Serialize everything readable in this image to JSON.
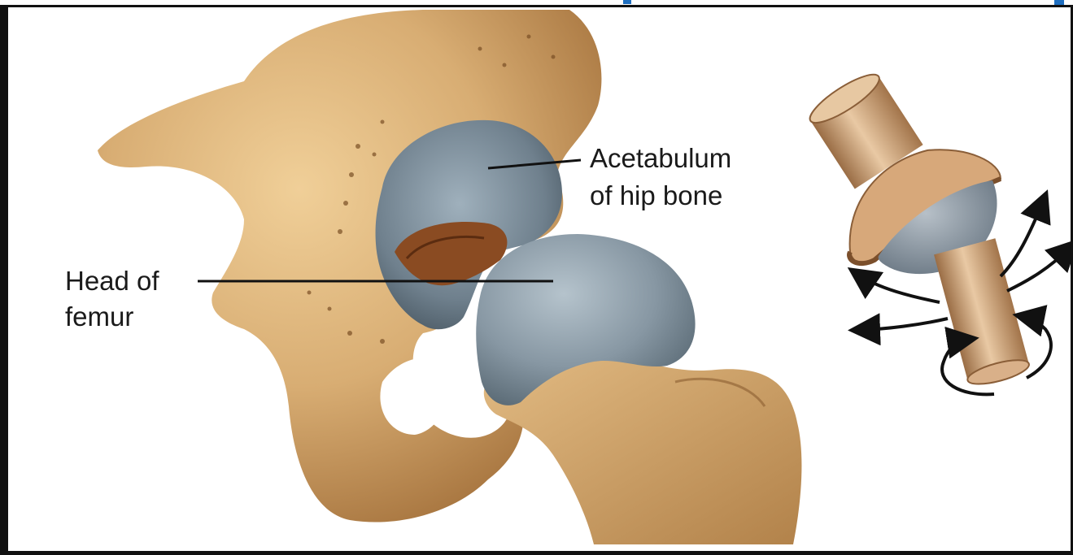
{
  "labels": {
    "acetabulum_line1": "Acetabulum",
    "acetabulum_line2": "of hip bone",
    "head_of_femur_line1": "Head of",
    "head_of_femur_line2": "femur"
  },
  "colors": {
    "bone": "#d8ad73",
    "bone_shadow": "#a87640",
    "cartilage": "#7f8f9c",
    "frame": "#111111",
    "title_accent": "#1f6fc0",
    "text": "#1a1a1a"
  },
  "icons": [
    "ball-and-socket-model-icon",
    "rotation-arrow-icon"
  ]
}
